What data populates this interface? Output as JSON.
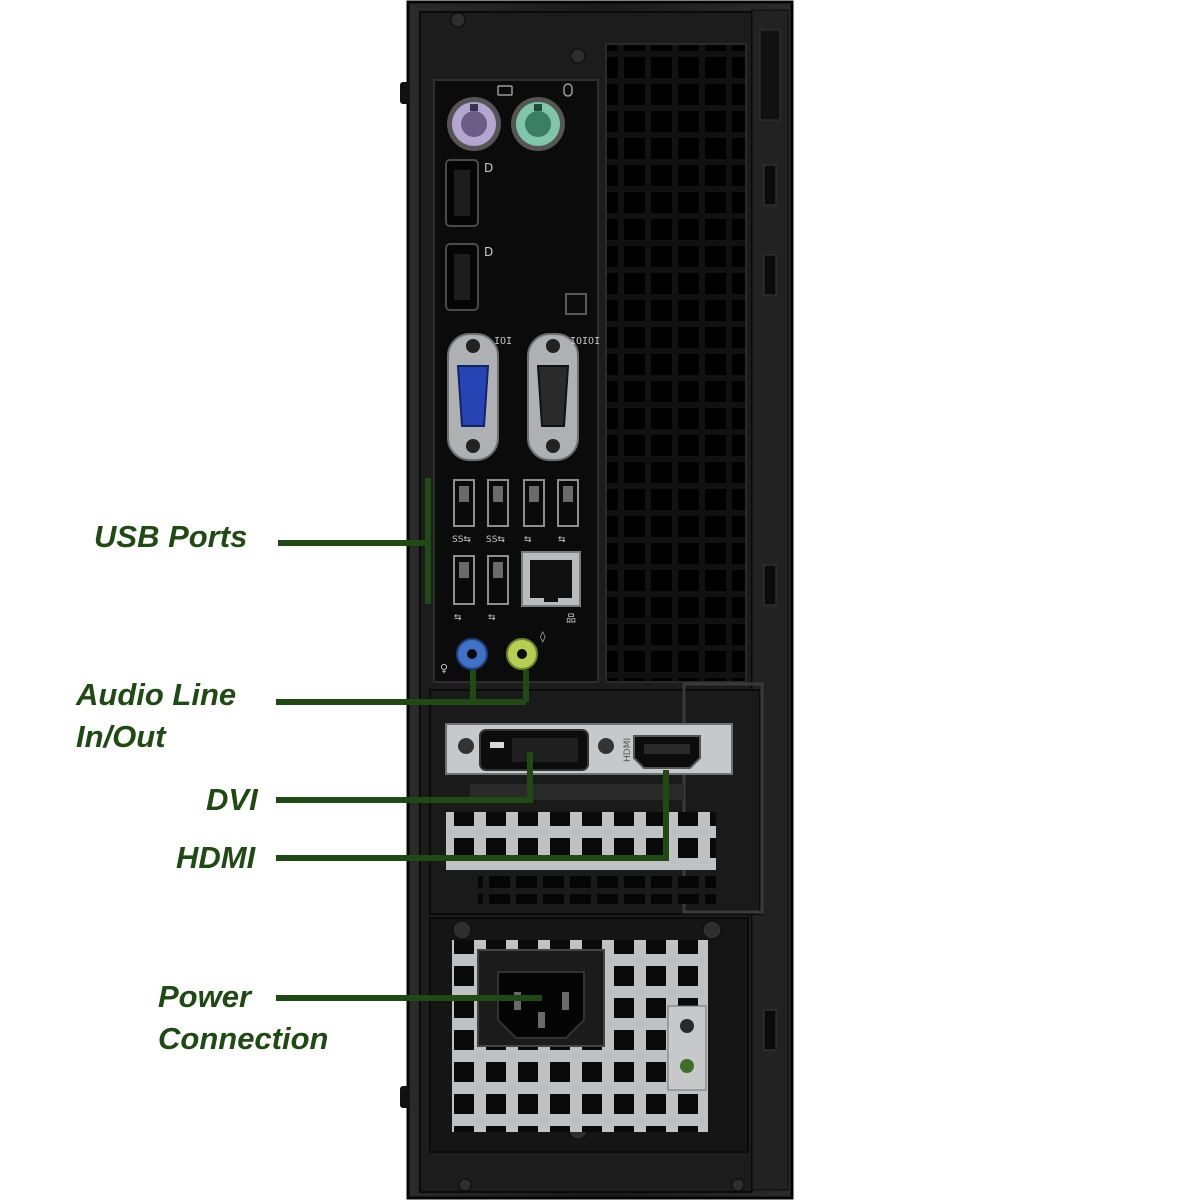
{
  "colors": {
    "callout": "#1f4a14",
    "chassis": "#1b1b1b",
    "panel": "#0c0c0c",
    "metal": "#bfc1c3",
    "usb_blue": "#2a50c0",
    "ps2_purple": "#b3a6d0",
    "ps2_green": "#7fc6ab",
    "audio_blue": "#3f72c7",
    "audio_green": "#b5cf52"
  },
  "callouts": [
    {
      "id": "usb-ports",
      "lines": [
        "USB Ports"
      ]
    },
    {
      "id": "audio-line",
      "lines": [
        "Audio Line",
        "In/Out"
      ]
    },
    {
      "id": "dvi",
      "lines": [
        "DVI"
      ]
    },
    {
      "id": "hdmi",
      "lines": [
        "HDMI"
      ]
    },
    {
      "id": "power",
      "lines": [
        "Power",
        "Connection"
      ]
    }
  ],
  "icons": [
    "keyboard-icon",
    "mouse-icon",
    "displayport-icon",
    "serial-icon",
    "usb-icon",
    "network-icon",
    "microphone-icon",
    "headphone-icon",
    "lock-icon"
  ]
}
